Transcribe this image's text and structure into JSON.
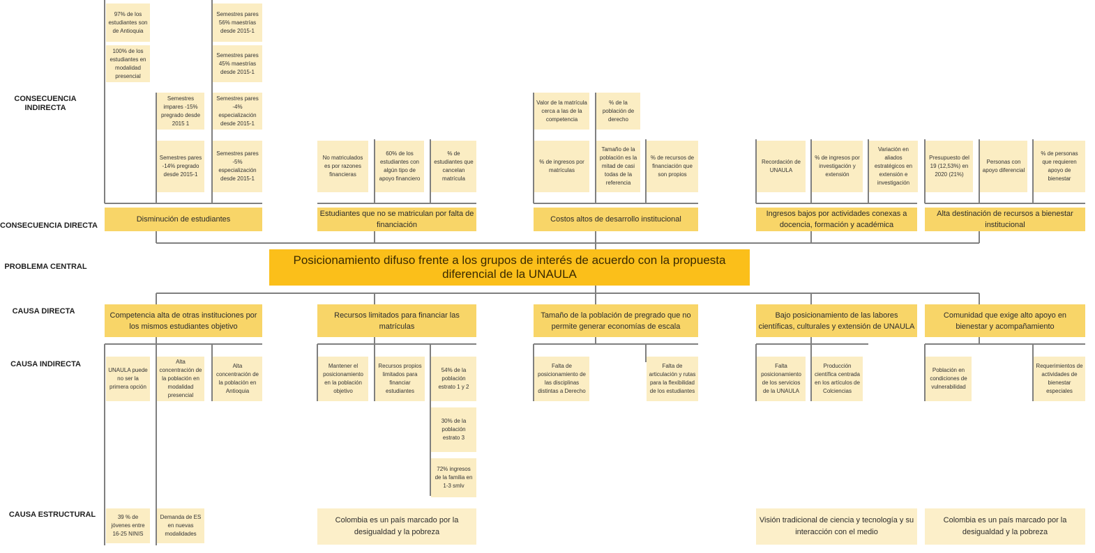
{
  "row_labels": {
    "consecuencia_indirecta": "CONSECUENCIA INDIRECTA",
    "consecuencia_directa": "CONSECUENCIA DIRECTA",
    "problema_central": "PROBLEMA CENTRAL",
    "causa_directa": "CAUSA DIRECTA",
    "causa_indirecta": "CAUSA INDIRECTA",
    "causa_estructural": "CAUSA ESTRUCTURAL"
  },
  "problema_central": "Posicionamiento difuso frente a los grupos de interés de acuerdo con la propuesta diferencial de la UNAULA",
  "consecuencias_directas": [
    "Disminución de estudiantes",
    "Estudiantes que no se matriculan por falta de financiación",
    "Costos altos de desarrollo institucional",
    "Ingresos bajos por actividades conexas a docencia, formación y académica",
    "Alta destinación de recursos a bienestar institucional"
  ],
  "consecuencias_indirectas": [
    "97% de los estudiantes son de Antioquia",
    "100% de los estudiantes en modalidad presencial",
    "Semestres pares 56% maestrías desde 2015-1",
    "Semestres pares 45% maestrías  desde 2015-1",
    "Semestres impares -15%  pregrado desde 2015 1",
    "Semestres pares -4% especialización desde 2015-1",
    "Semestres pares -14% pregrado desde 2015-1",
    "Semestres pares -5% especialización desde 2015-1",
    "No matriculados es por razones financieras",
    "60% de los estudiantes con algún tipo de apoyo financiero",
    "% de estudiantes que cancelan matrícula",
    "Valor de la matrícula cerca a las de la competencia",
    "% de la población de derecho",
    "% de ingresos por matrículas",
    "Tamaño de la población es la mitad de casi todas de la referencia",
    "% de recursos de financiación que son propios",
    "Recordación de UNAULA",
    "% de ingresos por investigación y extensión",
    "Variación en aliados estratégicos en extensión e investigación",
    "Presupuesto del 19 (12,53%) en 2020 (21%)",
    "Personas con apoyo diferencial",
    "% de personas que requieren apoyo de bienestar"
  ],
  "causas_directas": [
    "Competencia alta de otras instituciones por los mismos estudiantes objetivo",
    "Recursos limitados para financiar las matrículas",
    "Tamaño de la población de pregrado que no permite generar economías de escala",
    "Bajo posicionamiento de las labores científicas, culturales y extensión de UNAULA",
    "Comunidad que exige alto apoyo en bienestar y acompañamiento"
  ],
  "causas_indirectas": [
    "UNAULA puede no ser la primera opción",
    "Alta concentración de la población en modalidad presencial",
    "Alta concentración de la población en Antioquia",
    "Mantener el posicionamiento en la población objetivo",
    "Recursos propios limitados para financiar estudiantes",
    "54% de la población estrato 1 y 2",
    "30% de la población estrato 3",
    "72% ingresos de la familia en 1-3 smlv",
    "Falta de posicionamiento de las disciplinas distintas a Derecho",
    "Falta de articulación y rutas para la flexibilidad de los estudiantes",
    "Falta posicionamiento de los servicios de la UNAULA",
    "Producción científica centrada en los artículos de Colciencias",
    "Población en condiciones de vulnerabilidad",
    "Requerimientos de actividades de bienestar especiales"
  ],
  "causas_estructurales": [
    "39 % de jóvenes entre 16-25 NINIS",
    "Demanda de ES en nuevas modalidades",
    "Colombia es un país marcado por la desigualdad y la pobreza",
    "Visión tradicional de ciencia y tecnología y su interacción con el medio",
    "Colombia es un país marcado por la desigualdad y la pobreza"
  ],
  "colors": {
    "central": "#fbbf1a",
    "direct": "#f8d568",
    "indirect": "#fbedc3",
    "structural": "#fcefc9",
    "connector": "#7f7f7f"
  }
}
